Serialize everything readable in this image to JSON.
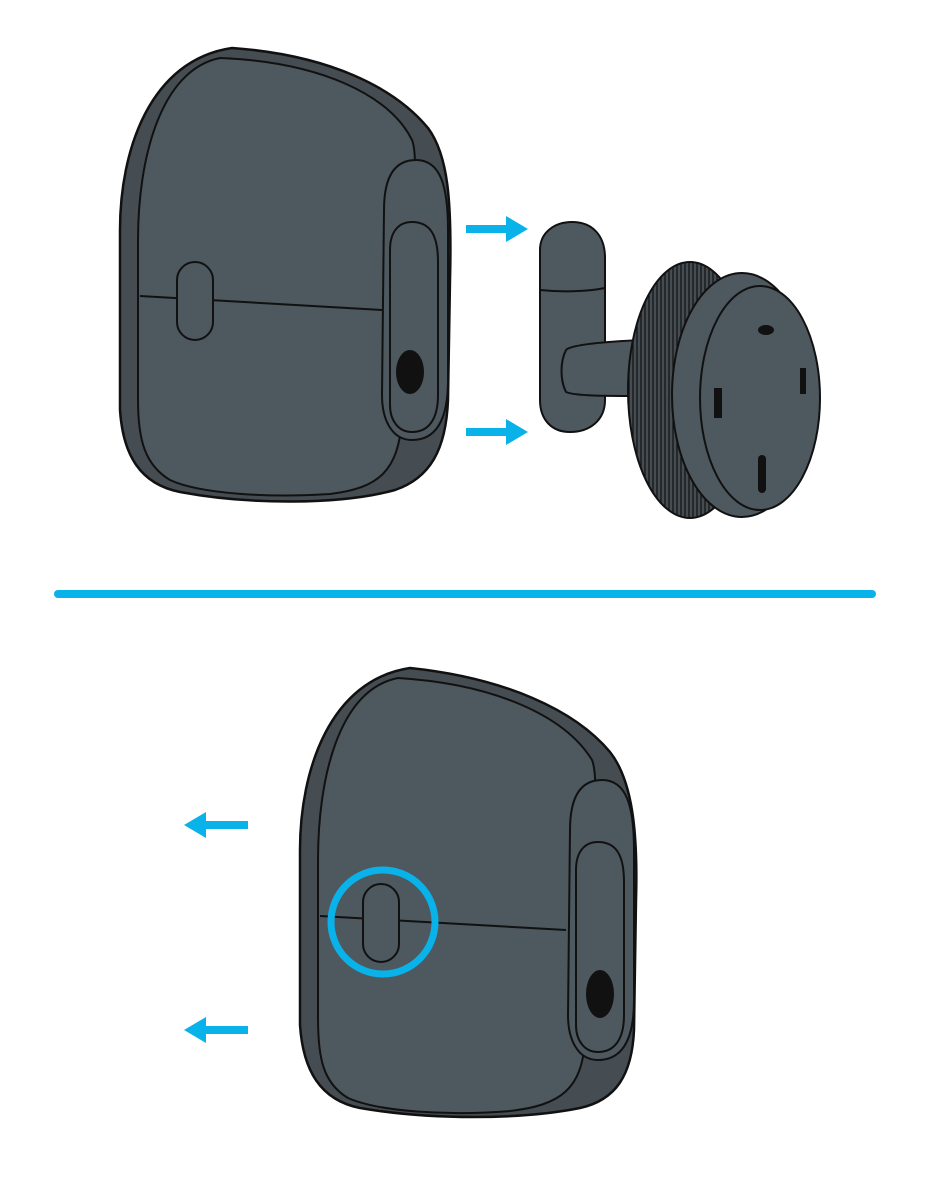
{
  "figure": {
    "steps": [
      {
        "step": "attach-camera-to-mount",
        "arrow_direction": "right"
      },
      {
        "step": "release-camera-from-mount",
        "arrow_direction": "left",
        "highlight": "release-button"
      }
    ]
  },
  "colors": {
    "background": "#ffffff",
    "camera_body": "#4e585f",
    "camera_shell": "#454d53",
    "outline": "#111111",
    "accent": "#0ab2ea",
    "lens": "#111111",
    "mount": "#4e585f"
  },
  "icons": {
    "arrow": "arrow-icon",
    "camera": "camera-icon",
    "mount": "wall-mount-icon",
    "highlight": "highlight-circle-icon"
  }
}
